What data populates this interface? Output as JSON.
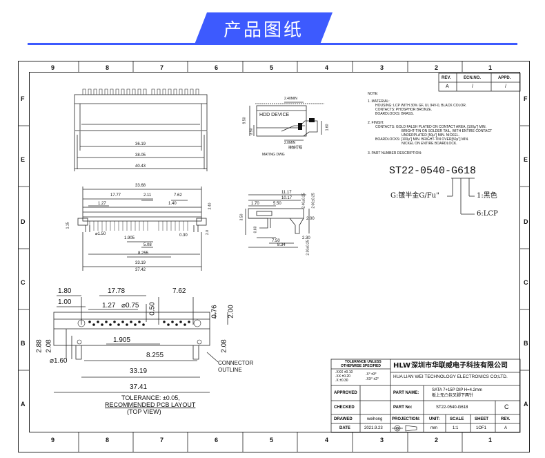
{
  "banner": {
    "title": "产品图纸",
    "color": "#3d5afe"
  },
  "grid": {
    "cols": [
      "9",
      "8",
      "7",
      "6",
      "5",
      "4",
      "3",
      "2",
      "1"
    ],
    "rows": [
      "F",
      "E",
      "D",
      "C",
      "B",
      "A"
    ]
  },
  "revision": {
    "headers": [
      "REV.",
      "ECN.NO.",
      "APPD."
    ],
    "values": [
      "A",
      "/",
      "/"
    ]
  },
  "note": {
    "title": "NOTE:",
    "item1": "1.  MATERIAL:",
    "housing": "HOUSING: LCP WITH 30% GF, UL 94V-0, BLACK COLOR.",
    "contacts": "CONTACTS: PHOSPHOR BRONZE.",
    "boardlocks": "BOARDLOCKS: BRASS.",
    "item2": "2.  FINISH:",
    "finish1": "CONTACTS:  GOLD FALSH PLATED ON CONTACT AREA, [100μ\"] MIN.",
    "finish2": "BRIGHT-TIN ON SOLDER TAIL, WITH ENTIRE CONTACT",
    "finish3": "UNDERPLATED  [50μ\"] MIN. NICKEL.",
    "finish4": "BOARDLOCKS: [100μ\"] MIN. BRIGHT-TIN OVER[50μ\"] MIN.",
    "finish5": "NICKEL ON ENTIRE BOARDLOCK.",
    "item3": "3.  PART NUMBER DESCRIPTION:"
  },
  "part_code": {
    "code": "ST22-0540-G618",
    "g_label": "G:镀半金G/Fu\"",
    "one_label": "1:黑色",
    "six_label": "6:LCP"
  },
  "top_view_dims": {
    "d1": "36.19",
    "d2": "38.05",
    "d3": "40.43"
  },
  "mating": {
    "hdd": "HDD DEVICE",
    "d240": "2.40MIN",
    "d950": "9.50",
    "d350": "3.50",
    "d160": "1.60",
    "d2min": "2.0MIN",
    "ref": "接触行程",
    "caption": "MATING DWG"
  },
  "front_dims": {
    "d3368": "33.68",
    "d1777": "17.77",
    "d211": "2.11",
    "d762": "7.62",
    "d127": "1.27",
    "d140": "1.40",
    "d240": "2.40",
    "d115": "1.15",
    "d150": "⌀1.50",
    "d1905": "1.905",
    "d508": "5.08",
    "d030": "0.30",
    "d20": "2.0",
    "d8255": "8.255",
    "d3319": "33.19",
    "d3742": "37.42"
  },
  "side_dims": {
    "d1117": "11.17",
    "d1017": "10.17",
    "d170": "1.70",
    "d550": "5.50",
    "d750": "7.50",
    "d350": "3.50",
    "d060": "0.60",
    "d200": "2.00",
    "d230": "2.30",
    "d834": "8.34",
    "d240v": "2.40±0.25",
    "d200v": "2.00±0.25",
    "d230v": "2.30±0.25"
  },
  "pcb_dims": {
    "d180": "1.80",
    "d100": "1.00",
    "d1778": "17.78",
    "d127": "1.27",
    "d075": "⌀0.75",
    "d050": "0.50",
    "d762": "7.62",
    "d076": "0.76",
    "d200": "2.00",
    "d288": "2.88",
    "d208": "2.08",
    "d1905": "1.905",
    "d208r": "2.08",
    "d160": "⌀1.60",
    "d8255": "8.255",
    "d3319": "33.19",
    "d3741": "37.41",
    "connector": "CONNECTOR",
    "outline": "OUTLINE",
    "tol1": "TOLERANCE: ±0.05,",
    "tol2": "RECOMMENDED PCB LAYOUT",
    "tol3": "(TOP VIEW)"
  },
  "title_block": {
    "tol_title1": "TOLERANCE UNLESS",
    "tol_title2": "OTHERWISE SPECIFIED",
    "tol_xxx": ".XXX  ±0.10",
    "tol_xx": ".XX   ±0.20",
    "tol_x": ".X    ±0.30",
    "ang1": ".X°   ±3°",
    "ang2": ".XX°  ±2°",
    "logo": "HLW",
    "company_cn": "深圳市华联威电子科技有限公司",
    "company_en": "HUA LIAN WEI TECHNOLOGY ELECTRONICS CO;LTD.",
    "approved": "APPROVED",
    "part_name_label": "PART NAME:",
    "part_name1": "SATA 7+15P DIP H=4.2mm",
    "part_name2": "板上无凸包叉脚下两针",
    "checked": "CHECKED",
    "part_no_label": "PART No:",
    "part_no": "ST22-0540-G618",
    "rev_letter": "C",
    "drawed": "DRAWED",
    "drawer": "weihong",
    "projection": "PROJECTION:",
    "unit_label": "UNIT:",
    "scale_label": "SCALE",
    "sheet_label": "SHEET",
    "rev_label": "REV.",
    "date_label": "DATE",
    "date": "2021.9.23",
    "unit": "mm",
    "scale": "1:1",
    "sheet": "1OF1",
    "rev": "A"
  }
}
